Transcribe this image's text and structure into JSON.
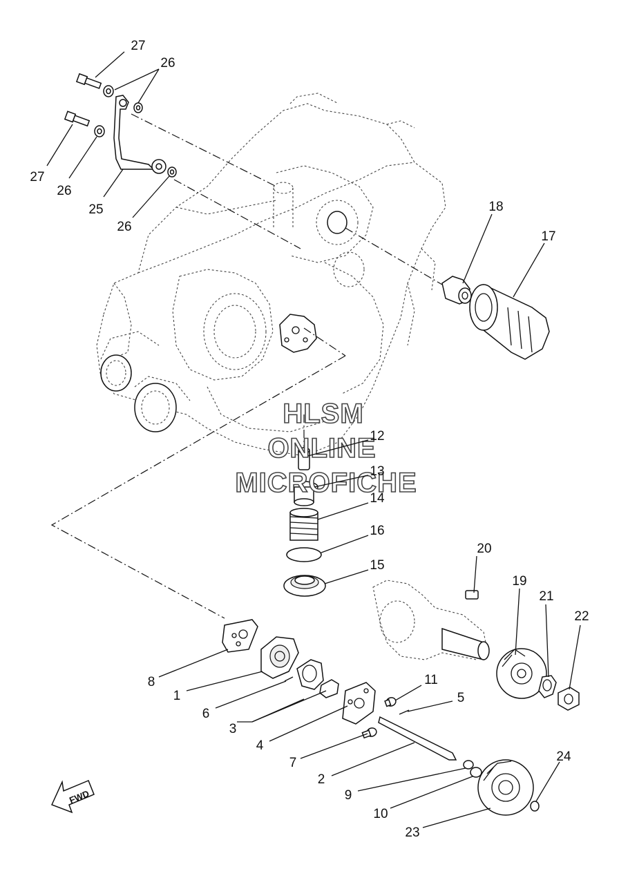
{
  "diagram": {
    "labels": [
      "27",
      "26",
      "27",
      "26",
      "25",
      "26",
      "18",
      "17",
      "12",
      "13",
      "14",
      "16",
      "15",
      "20",
      "19",
      "21",
      "22",
      "8",
      "1",
      "6",
      "3",
      "4",
      "11",
      "5",
      "7",
      "2",
      "9",
      "10",
      "24",
      "23"
    ],
    "watermark": [
      "HLSM",
      "ONLINE",
      "MICROFICHE"
    ],
    "direction_arrow": "FWD"
  },
  "icons": {
    "arrow": "fwd-arrow-icon"
  }
}
